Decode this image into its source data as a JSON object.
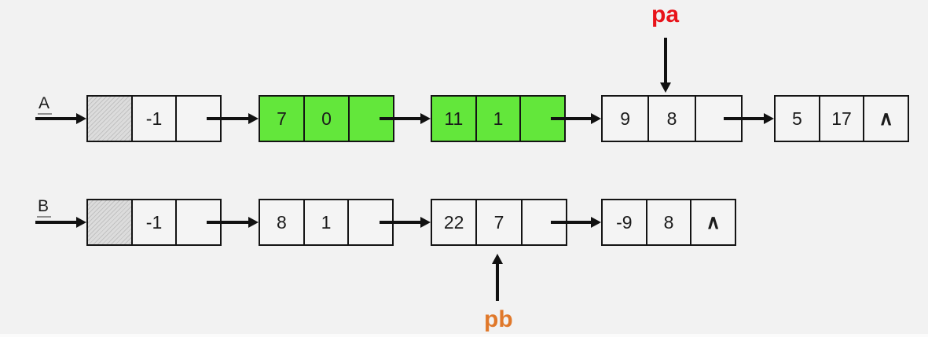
{
  "diagram_type": "singly-linked-lists",
  "colors": {
    "background": "#f2f2f2",
    "node_fill": "#f4f4f4",
    "highlight_green": "#63e73b",
    "hatch_gray": "#dcdcdc",
    "border": "#141414",
    "pa_red": "#e8131a",
    "pb_orange": "#e0782a"
  },
  "null_symbol": "∧",
  "list_a": {
    "label": "A",
    "pointer": {
      "label": "pa",
      "direction": "down",
      "points_to": "node 9|8, cell 2"
    },
    "nodes": [
      {
        "c1": "",
        "c2": "-1",
        "c3": "",
        "head": true,
        "highlight": false
      },
      {
        "c1": "7",
        "c2": "0",
        "c3": "",
        "highlight": true
      },
      {
        "c1": "11",
        "c2": "1",
        "c3": "",
        "highlight": true
      },
      {
        "c1": "9",
        "c2": "8",
        "c3": "",
        "highlight": false
      },
      {
        "c1": "5",
        "c2": "17",
        "c3": "∧",
        "highlight": false
      }
    ]
  },
  "list_b": {
    "label": "B",
    "pointer": {
      "label": "pb",
      "direction": "up",
      "points_to": "node 22|7, cell 2"
    },
    "nodes": [
      {
        "c1": "",
        "c2": "-1",
        "c3": "",
        "head": true,
        "highlight": false
      },
      {
        "c1": "8",
        "c2": "1",
        "c3": "",
        "highlight": false
      },
      {
        "c1": "22",
        "c2": "7",
        "c3": "",
        "highlight": false
      },
      {
        "c1": "-9",
        "c2": "8",
        "c3": "∧",
        "highlight": false
      }
    ]
  }
}
